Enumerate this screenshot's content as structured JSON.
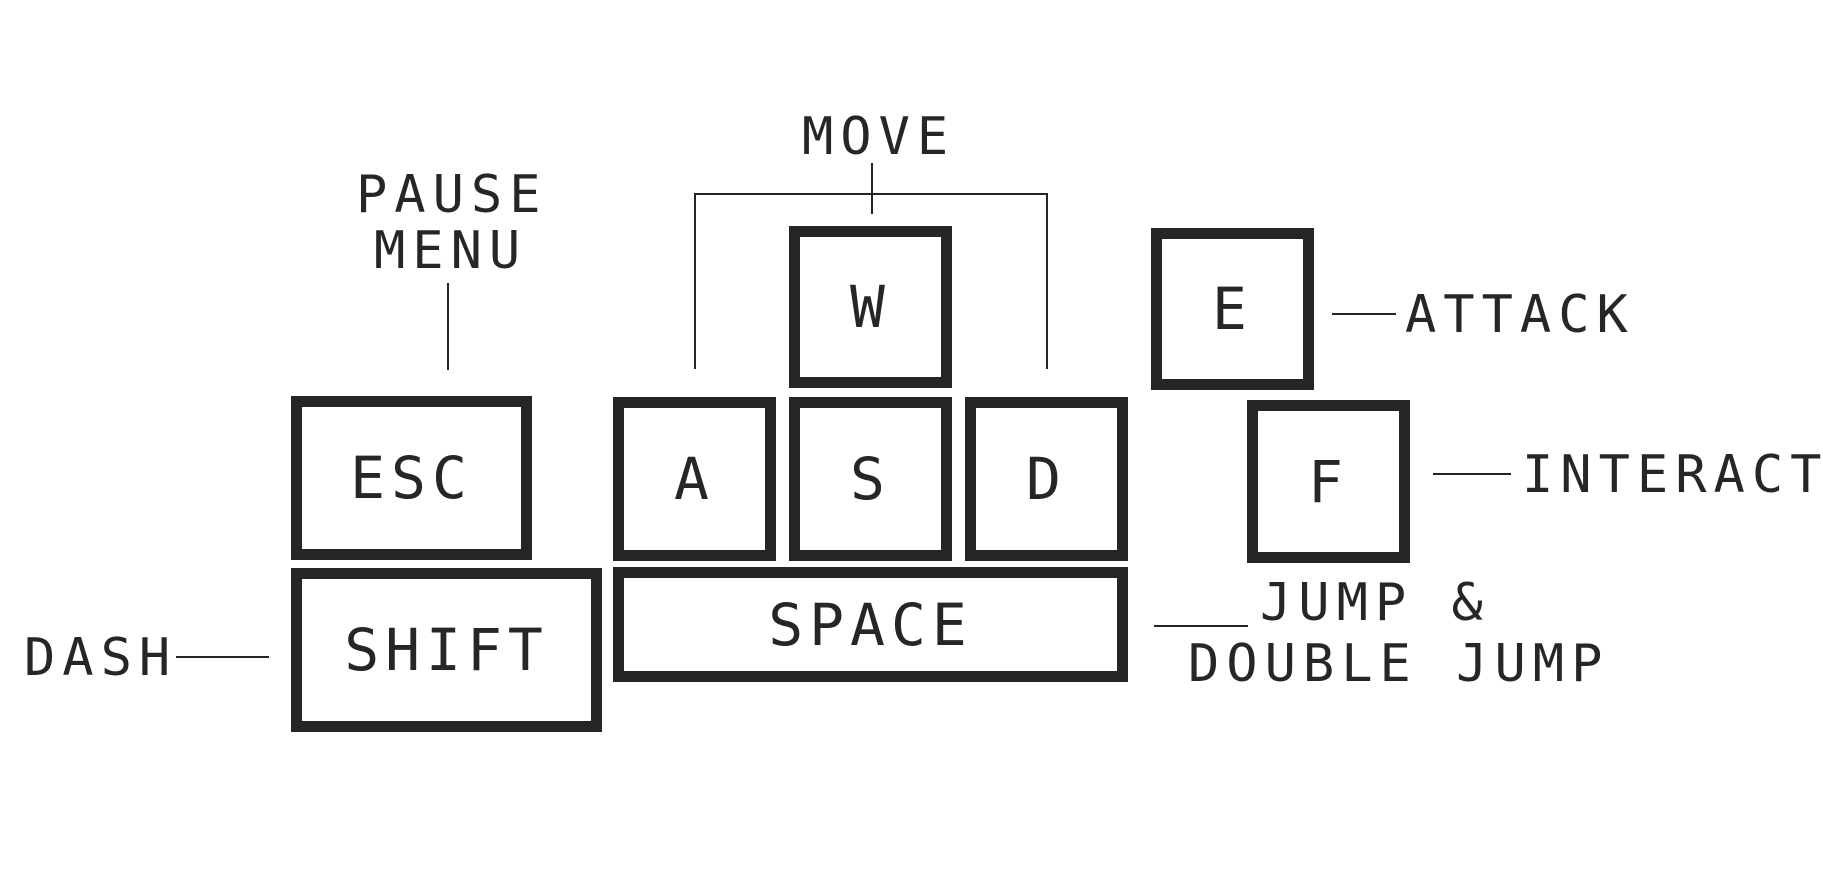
{
  "keys": {
    "w": "W",
    "a": "A",
    "s": "S",
    "d": "D",
    "e": "E",
    "f": "F",
    "esc": "ESC",
    "shift": "SHIFT",
    "space": "SPACE"
  },
  "labels": {
    "move": "MOVE",
    "pause_line1": "PAUSE",
    "pause_line2": "MENU",
    "attack": "ATTACK",
    "interact": "INTERACT",
    "dash": "DASH",
    "jump_line1": "JUMP &",
    "jump_line2": "DOUBLE JUMP"
  }
}
